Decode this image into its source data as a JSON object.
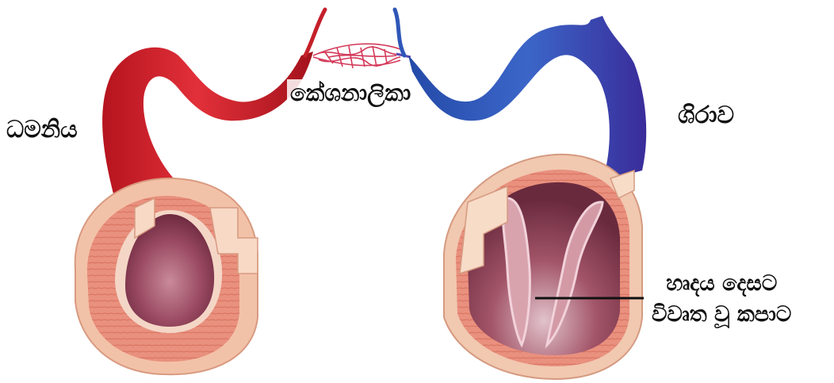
{
  "labels": {
    "artery": "ධමනිය",
    "capillary": "කේශනාලිකා",
    "vein": "ශිරාව",
    "valve_line1": "හෘදය දෙසට",
    "valve_line2": "විවෘත වූ කපාට"
  },
  "colors": {
    "artery": "#d8202a",
    "artery_dark": "#a3121b",
    "vein": "#2f57b8",
    "vein_dark": "#1e3a8a",
    "wall_outer": "#f2bfa5",
    "wall_muscle": "#e58c7c",
    "lumen": "#9a4a62",
    "capillary_net": "#d43a5a"
  }
}
